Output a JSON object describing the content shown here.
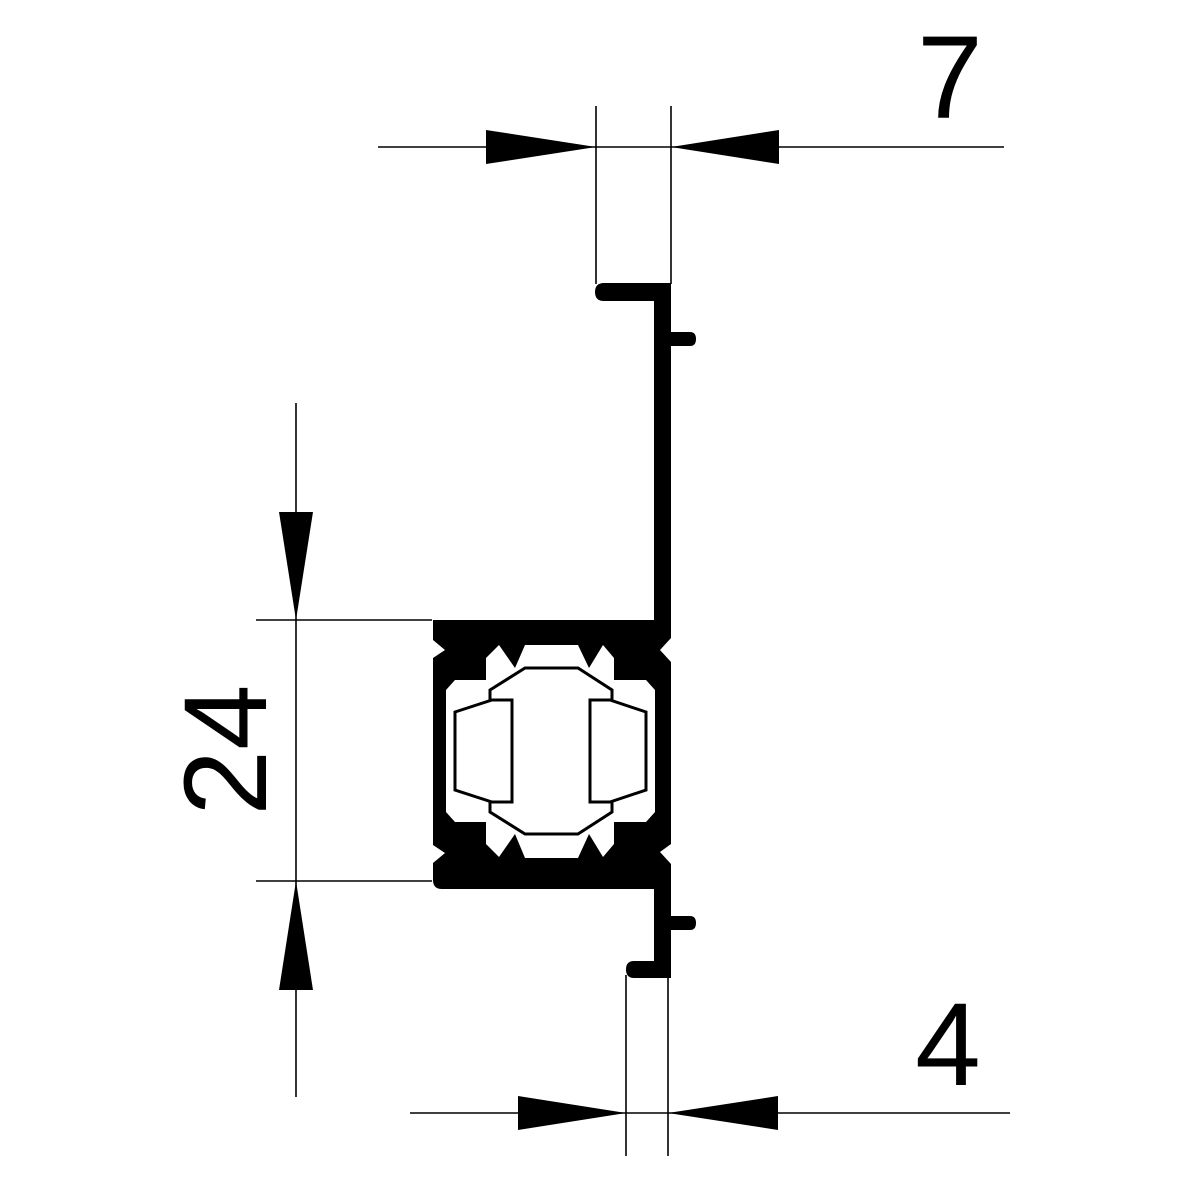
{
  "drawing": {
    "type": "aluminium profile cross-section with dimensions",
    "colors": {
      "ink": "#000000",
      "background": "#ffffff"
    }
  },
  "dimensions": {
    "top_width": {
      "value": "7"
    },
    "height": {
      "value": "24"
    },
    "bottom_width": {
      "value": "4"
    }
  }
}
